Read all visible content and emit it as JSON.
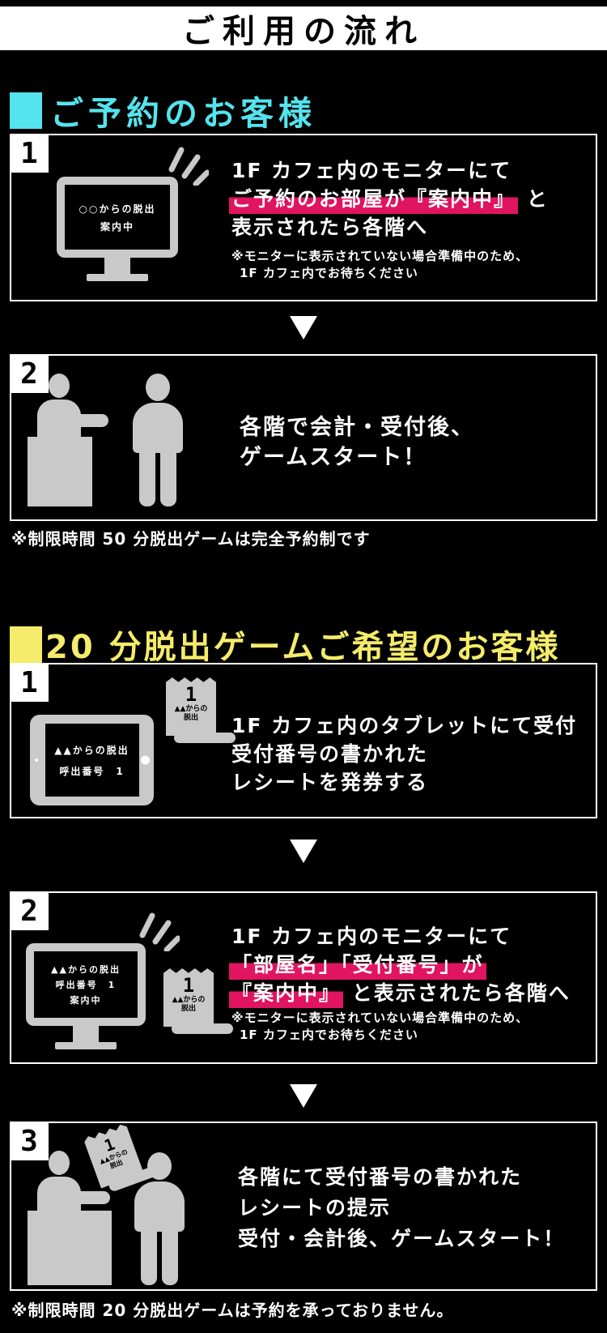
{
  "title": "ご利用の流れ",
  "colors": {
    "background": "#000000",
    "text": "#ffffff",
    "icon_gray": "#c9c9c9",
    "cyan_accent": "#54e4ee",
    "yellow_accent": "#f4ec6a",
    "pink_highlight": "#e01460"
  },
  "reserved": {
    "heading": "ご予約のお客様",
    "footnote": "※制限時間 50 分脱出ゲームは完全予約制です",
    "step1": {
      "number": "1",
      "monitor": [
        "○○からの脱出",
        "案内中"
      ],
      "line1": "1F カフェ内のモニターにて",
      "line2_hl": "ご予約のお部屋が『案内中』",
      "line2_rest": " と",
      "line3": "表示されたら各階へ",
      "note1": "※モニターに表示されていない場合準備中のため、",
      "note2": "1F カフェ内でお待ちください"
    },
    "step2": {
      "number": "2",
      "line1": "各階で会計・受付後、",
      "line2": "ゲームスタート！"
    }
  },
  "twenty": {
    "heading": "20 分脱出ゲームご希望のお客様",
    "footnote": "※制限時間 20 分脱出ゲームは予約を承っておりません。",
    "step1": {
      "number": "1",
      "tablet": [
        "▲▲からの脱出",
        "呼出番号　1"
      ],
      "receipt": {
        "number": "1",
        "line1": "▲▲からの",
        "line2": "脱出"
      },
      "line1": "1F カフェ内のタブレットにて受付",
      "line2": "受付番号の書かれた",
      "line3": "レシートを発券する"
    },
    "step2": {
      "number": "2",
      "monitor": [
        "▲▲からの脱出",
        "呼出番号　1",
        "案内中"
      ],
      "receipt": {
        "number": "1",
        "line1": "▲▲からの",
        "line2": "脱出"
      },
      "line1": "1F カフェ内のモニターにて",
      "line2_hl": "「部屋名」「受付番号」が",
      "line3_hl": "『案内中』",
      "line3_rest": " と表示されたら各階へ",
      "note1": "※モニターに表示されていない場合準備中のため、",
      "note2": "1F カフェ内でお待ちください"
    },
    "step3": {
      "number": "3",
      "receipt": {
        "number": "1",
        "line1": "▲▲からの",
        "line2": "脱出"
      },
      "line1": "各階にて受付番号の書かれた",
      "line2": "レシートの提示",
      "line3": "受付・会計後、ゲームスタート！"
    }
  }
}
